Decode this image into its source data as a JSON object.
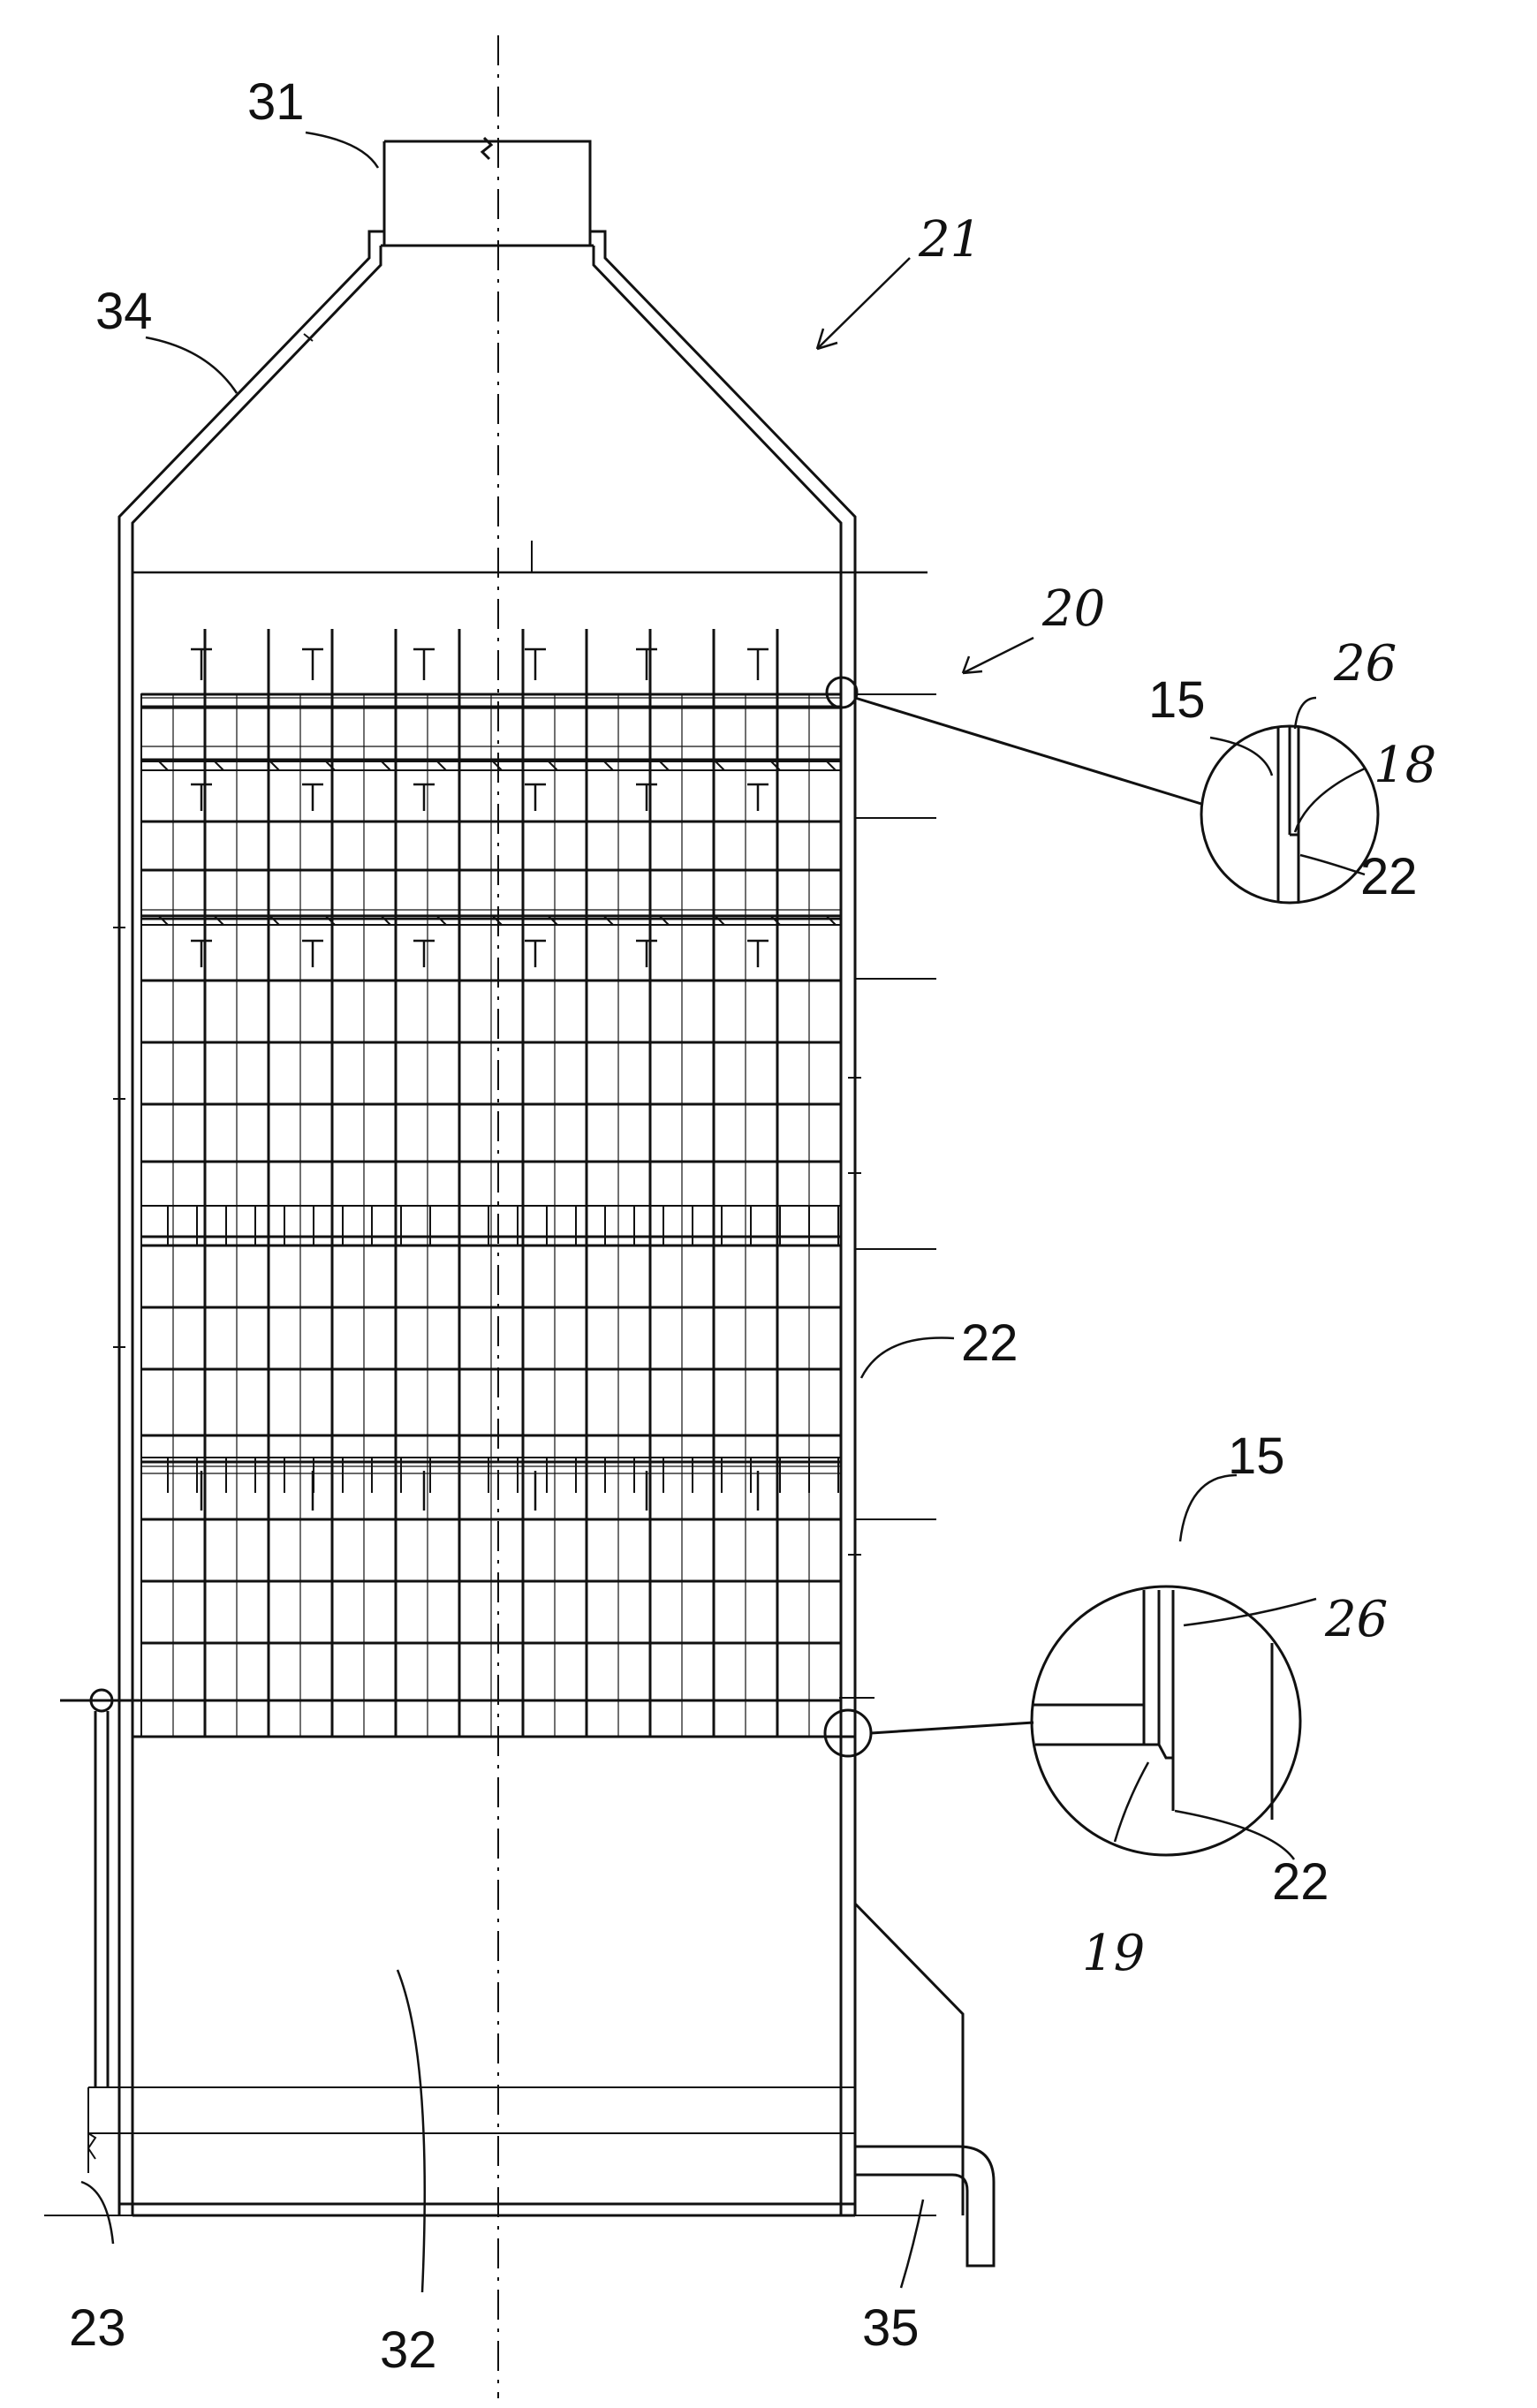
{
  "figure": {
    "labels": {
      "l31": "31",
      "l21": "21",
      "l34": "34",
      "l20": "20",
      "l15a": "15",
      "l26a": "26",
      "l18": "18",
      "l22a": "22",
      "l22b": "22",
      "l15b": "15",
      "l26b": "26",
      "l22c": "22",
      "l19": "19",
      "l23": "23",
      "l32": "32",
      "l35": "35"
    }
  }
}
